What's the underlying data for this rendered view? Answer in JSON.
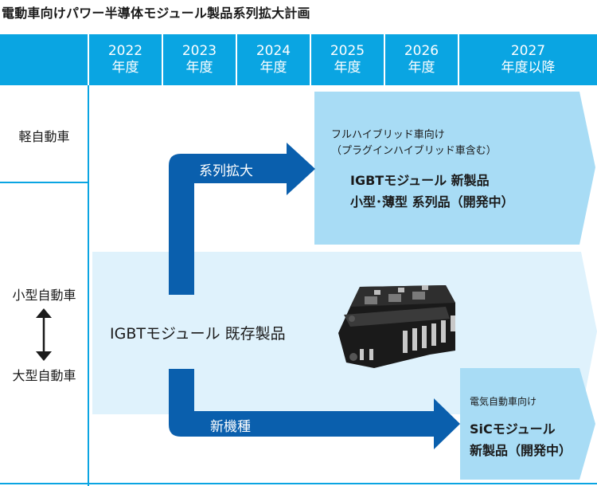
{
  "title": "電動車向けパワー半導体モジュール製品系列拡大計画",
  "years": [
    {
      "year": "2022",
      "unit": "年度"
    },
    {
      "year": "2023",
      "unit": "年度"
    },
    {
      "year": "2024",
      "unit": "年度"
    },
    {
      "year": "2025",
      "unit": "年度"
    },
    {
      "year": "2026",
      "unit": "年度"
    },
    {
      "year": "2027",
      "unit": "年度以降"
    }
  ],
  "rows": {
    "kei": "軽自動車",
    "small": "小型自動車",
    "large": "大型自動車"
  },
  "existing": {
    "label": "IGBTモジュール 既存製品"
  },
  "hybrid": {
    "target": "フルハイブリッド車向け",
    "target_sub": "（プラグインハイブリッド車含む）",
    "product_line1": "IGBTモジュール 新製品",
    "product_line2": "小型･薄型 系列品（開発中）"
  },
  "ev": {
    "target": "電気自動車向け",
    "product_line1": "SiCモジュール",
    "product_line2": "新製品（開発中）"
  },
  "arrows": {
    "expand": "系列拡大",
    "new_model": "新機種"
  },
  "colors": {
    "header": "#0aa5e2",
    "light_band": "#dff2fc",
    "box": "#a8dcf5",
    "arrow": "#0a5fad"
  }
}
